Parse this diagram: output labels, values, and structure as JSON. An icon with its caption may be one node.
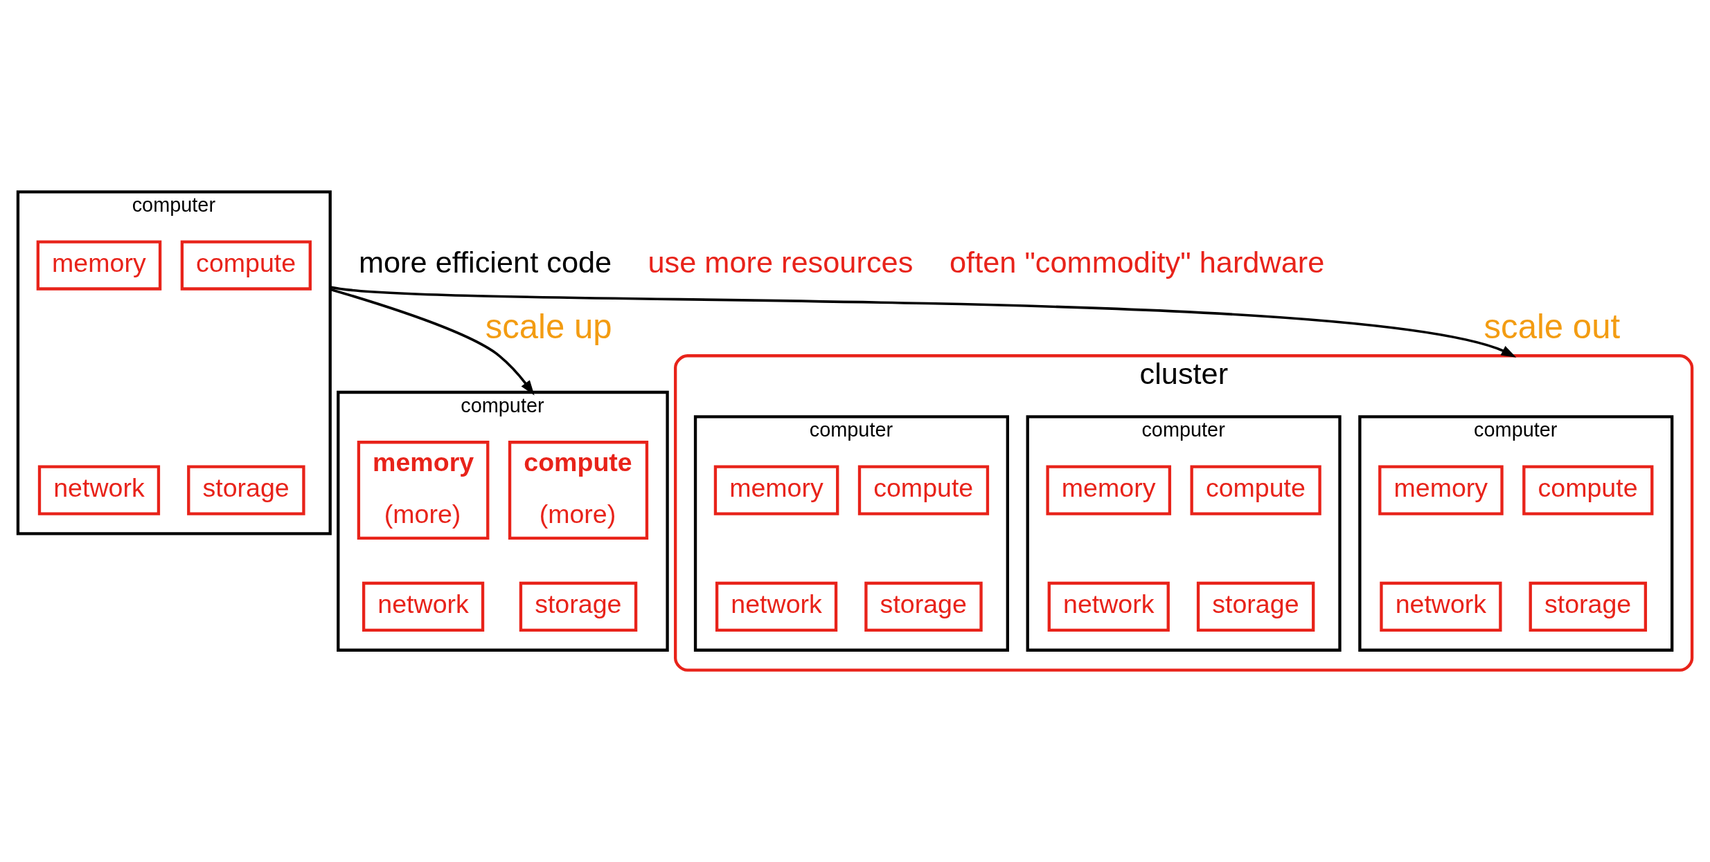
{
  "diagram": {
    "nodes": [
      {
        "text": [
          "computer"
        ]
      },
      {
        "text": [
          "compute"
        ],
        "in": 0
      },
      {
        "text": [
          "memory"
        ],
        "in": 0
      },
      {
        "text": [
          "storage"
        ],
        "in": 0
      },
      {
        "text": [
          "network"
        ],
        "in": 0
      },
      {
        "text": [
          "computer"
        ]
      },
      {
        "text": [
          "compute",
          "(more)"
        ],
        "in": 5
      },
      {
        "text": [
          "memory",
          "(more)"
        ],
        "in": 5
      },
      {
        "text": [
          "storage"
        ],
        "in": 5
      },
      {
        "text": [
          "network"
        ],
        "in": 5
      },
      {
        "text": [
          "cluster"
        ]
      },
      {
        "text": [
          "computer"
        ],
        "in": 10
      },
      {
        "text": [
          "compute"
        ],
        "in": 11
      },
      {
        "text": [
          "memory"
        ],
        "in": 11
      },
      {
        "text": [
          "storage"
        ],
        "in": 11
      },
      {
        "text": [
          "network"
        ],
        "in": 11
      },
      {
        "text": [
          "computer"
        ],
        "in": 10
      },
      {
        "text": [
          "compute"
        ],
        "in": 16
      },
      {
        "text": [
          "memory"
        ],
        "in": 16
      },
      {
        "text": [
          "storage"
        ],
        "in": 16
      },
      {
        "text": [
          "network"
        ],
        "in": 16
      },
      {
        "text": [
          "computer"
        ],
        "in": 10
      },
      {
        "text": [
          "compute"
        ],
        "in": 21
      },
      {
        "text": [
          "memory"
        ],
        "in": 21
      },
      {
        "text": [
          "storage"
        ],
        "in": 21
      },
      {
        "text": [
          "network"
        ],
        "in": 21
      }
    ],
    "edges": [
      {
        "from": 0,
        "to": 5,
        "arrow": "to",
        "label": "scale up"
      },
      {
        "from": 0,
        "to": 10,
        "arrow": "to",
        "label": "scale out"
      }
    ],
    "labels": [
      "more efficient code",
      "use more resources",
      "often \"commodity\" hardware"
    ]
  }
}
